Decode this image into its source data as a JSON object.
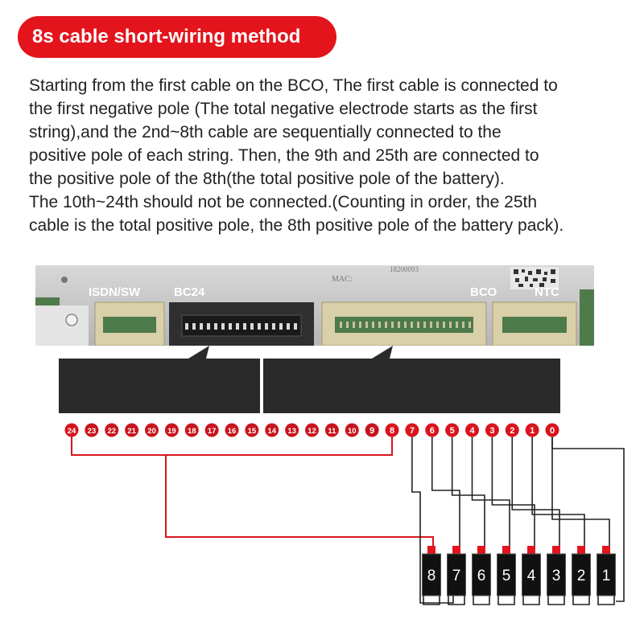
{
  "title": "8s cable short-wiring method",
  "description": [
    "Starting from the first cable on the BCO, The first cable is connected to",
    "the first negative pole (The total negative electrode starts as the first",
    "string),and the 2nd~8th cable are sequentially connected to the",
    "positive pole of each string. Then, the 9th and 25th are connected to",
    "the positive pole of the 8th(the total positive pole of the battery).",
    "The 10th~24th should not be connected.(Counting in order, the 25th",
    "cable is the total positive pole, the 8th positive pole of the battery pack)."
  ],
  "board": {
    "label_isdn": "ISDN/SW",
    "label_bc24": "BC24",
    "label_bco": "BCO",
    "label_ntc": "NTC",
    "label_mac": "MAC:",
    "label_serial": "18200093"
  },
  "pins": [
    {
      "label": "24",
      "wired": true
    },
    {
      "label": "23",
      "wired": false
    },
    {
      "label": "22",
      "wired": false
    },
    {
      "label": "21",
      "wired": false
    },
    {
      "label": "20",
      "wired": false
    },
    {
      "label": "19",
      "wired": false
    },
    {
      "label": "18",
      "wired": false
    },
    {
      "label": "17",
      "wired": false
    },
    {
      "label": "16",
      "wired": false
    },
    {
      "label": "15",
      "wired": false
    },
    {
      "label": "14",
      "wired": false
    },
    {
      "label": "13",
      "wired": false
    },
    {
      "label": "12",
      "wired": false
    },
    {
      "label": "11",
      "wired": false
    },
    {
      "label": "10",
      "wired": false
    },
    {
      "label": "9",
      "wired": false
    },
    {
      "label": "8",
      "wired": true
    },
    {
      "label": "7",
      "wired": true
    },
    {
      "label": "6",
      "wired": true
    },
    {
      "label": "5",
      "wired": true
    },
    {
      "label": "4",
      "wired": true
    },
    {
      "label": "3",
      "wired": true
    },
    {
      "label": "2",
      "wired": true
    },
    {
      "label": "1",
      "wired": true
    },
    {
      "label": "0",
      "wired": true
    }
  ],
  "cells": [
    "8",
    "7",
    "6",
    "5",
    "4",
    "3",
    "2",
    "1"
  ],
  "colors": {
    "accent": "#e3141c",
    "pin_wired": "#d9141c",
    "pin_unused": "#c8141c",
    "wire_total_positive": "#d9141c",
    "wire_string": "#222222",
    "cell_body": "#111111",
    "cell_cap": "#e3141c",
    "board": "#c9c9c9",
    "connector": "#d9cfa8"
  }
}
